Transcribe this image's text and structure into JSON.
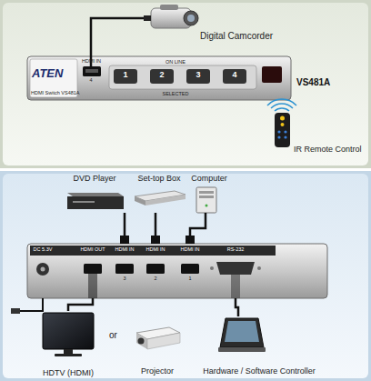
{
  "diagram": {
    "nodes": [
      {
        "text": [
          "Digital Camcorder"
        ]
      },
      {
        "text": [
          "ATEN",
          "HDMI IN",
          "4",
          "HDMI Switch VS481A",
          "ON LINE",
          "1",
          "2",
          "3",
          "4",
          "SELECTED",
          "VS481A"
        ]
      },
      {
        "text": [
          "IR Remote Control"
        ]
      },
      {
        "text": [
          "DVD Player"
        ]
      },
      {
        "text": [
          "Set-top Box"
        ]
      },
      {
        "text": [
          "Computer"
        ]
      },
      {
        "text": [
          "DC 5.3V",
          "HDMI OUT",
          "HDMI IN",
          "3",
          "HDMI IN",
          "2",
          "HDMI IN",
          "1",
          "RS-232"
        ]
      },
      {
        "text": [
          "HDTV (HDMI)"
        ]
      },
      {
        "text": [
          "Projector"
        ]
      },
      {
        "text": [
          "Hardware / Software Controller"
        ]
      }
    ],
    "edges": [
      {
        "from": 0,
        "to": 1,
        "arrow": "none"
      },
      {
        "from": 3,
        "to": 6,
        "arrow": "none"
      },
      {
        "from": 4,
        "to": 6,
        "arrow": "none"
      },
      {
        "from": 5,
        "to": 6,
        "arrow": "none"
      },
      {
        "from": 6,
        "to": 7,
        "arrow": "none"
      },
      {
        "from": 9,
        "to": 6,
        "arrow": "none"
      }
    ],
    "labels": [
      "or"
    ]
  }
}
